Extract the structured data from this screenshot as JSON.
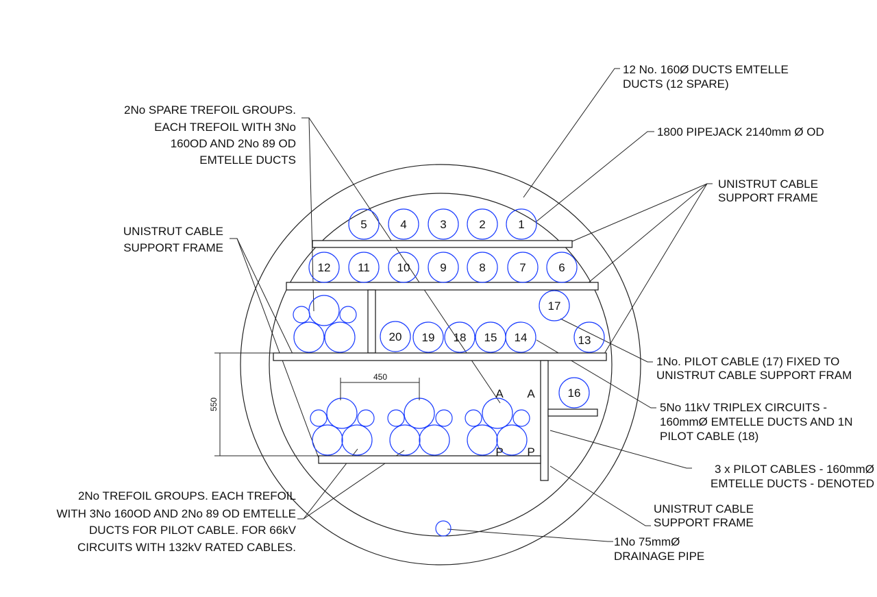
{
  "colors": {
    "duct": "#1a3cff",
    "line": "#222222",
    "text": "#111111"
  },
  "ducts": {
    "top_row": [
      "5",
      "4",
      "3",
      "2",
      "1"
    ],
    "second_row": [
      "12",
      "11",
      "10",
      "9",
      "8",
      "7",
      "6"
    ],
    "pilot_top": "17",
    "third_row": [
      "20",
      "19",
      "18",
      "15",
      "14"
    ],
    "corner": "13",
    "right_bay": "16"
  },
  "markers": {
    "a1": "A",
    "a2": "A",
    "p1": "P",
    "p2": "P"
  },
  "dimensions": {
    "horizontal": "450",
    "vertical": "550"
  },
  "labels": {
    "emtelle_ducts": [
      "12 No. 160Ø DUCTS EMTELLE",
      "DUCTS (12 SPARE)"
    ],
    "pipejack": [
      "1800 PIPEJACK 2140mm Ø OD"
    ],
    "unistrut_right": [
      "UNISTRUT CABLE",
      "SUPPORT FRAME"
    ],
    "spare_trefoil": [
      "2No SPARE TREFOIL GROUPS.",
      "EACH TREFOIL WITH 3No",
      "160OD AND 2No 89 OD",
      "EMTELLE DUCTS"
    ],
    "unistrut_left": [
      "UNISTRUT CABLE",
      "SUPPORT FRAME"
    ],
    "pilot_cable": [
      "1No. PILOT CABLE (17) FIXED TO",
      "UNISTRUT CABLE SUPPORT FRAM"
    ],
    "triplex": [
      "5No 11kV TRIPLEX CIRCUITS -",
      "160mmØ EMTELLE DUCTS AND 1N",
      "PILOT CABLE (18)"
    ],
    "pilot_cables": [
      "3 x PILOT CABLES  - 160mmØ",
      "EMTELLE DUCTS - DENOTED"
    ],
    "unistrut_bottom": [
      "UNISTRUT CABLE",
      "SUPPORT FRAME"
    ],
    "drainage": [
      "1No 75mmØ",
      "DRAINAGE PIPE"
    ],
    "trefoil_groups": [
      "2No TREFOIL GROUPS.  EACH TREFOIL",
      "WITH 3No 160OD AND 2No 89 OD EMTELLE",
      "DUCTS FOR PILOT CABLE.  FOR 66kV",
      "CIRCUITS WITH 132kV RATED CABLES."
    ]
  }
}
